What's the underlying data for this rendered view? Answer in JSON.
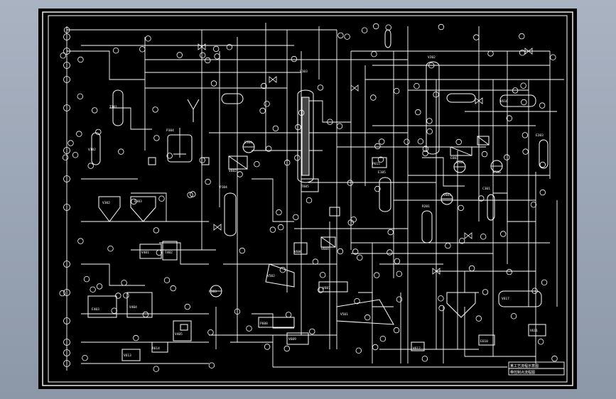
{
  "drawing": {
    "background": "#000000",
    "line_color": "#ffffff",
    "canvas_color": "#a9b3c2",
    "title_block": {
      "line1": "某工艺流程示意图",
      "line2": "带控制点流程图"
    },
    "tags": [
      "T101",
      "V102",
      "V103",
      "P104",
      "E105",
      "R201",
      "V202",
      "E203",
      "C301",
      "V302",
      "E303",
      "P304",
      "V401",
      "T402",
      "E403",
      "V404",
      "V405",
      "V501",
      "V502",
      "P503",
      "E504",
      "V505",
      "V506",
      "V601",
      "V602",
      "E603",
      "V604",
      "T605",
      "V606",
      "V607",
      "P608",
      "V609",
      "E610",
      "V611",
      "V612",
      "V613",
      "R614",
      "P615",
      "V616",
      "V617"
    ]
  }
}
